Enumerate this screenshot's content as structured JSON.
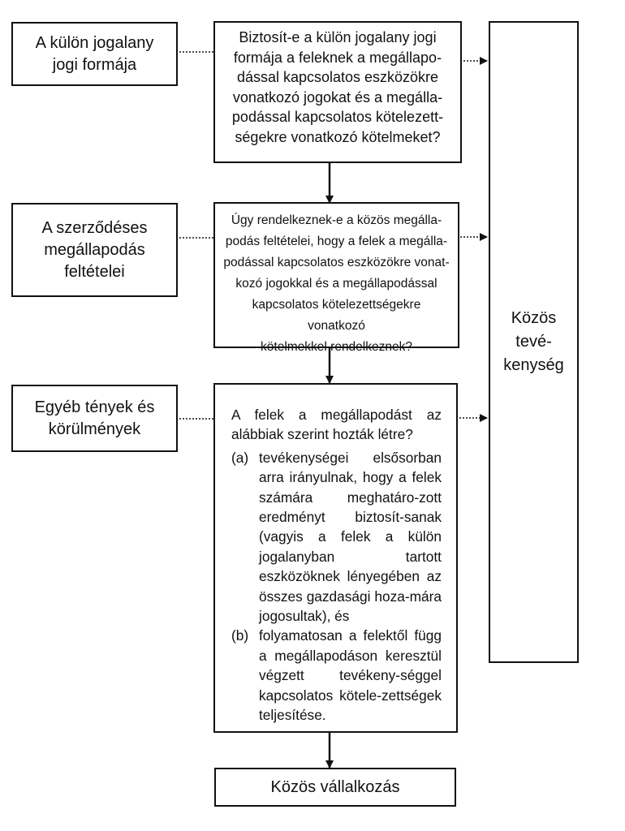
{
  "left_boxes": [
    {
      "label": "A külön jogalany\njogi formája"
    },
    {
      "label": "A szerződéses\nmegállapodás\nfeltételei"
    },
    {
      "label": "Egyéb tények és\nkörülmények"
    }
  ],
  "center_boxes": [
    {
      "text": "Biztosít-e a külön jogalany jogi\nformája a feleknek a megállapo-\ndással kapcsolatos eszközökre\nvonatkozó jogokat és a megálla-\npodással kapcsolatos kötelezett-\nségekre vonatkozó kötelmeket?"
    },
    {
      "text": "Úgy rendelkeznek-e a közös megálla-\npodás feltételei, hogy a felek a megálla-\npodással kapcsolatos eszközökre vonat-\nkozó jogokkal és a megállapodással\nkapcsolatos kötelezettségekre vonatkozó\nkötelmekkel rendelkeznek?"
    },
    {
      "intro": "A felek a megállapodást az alábbiak szerint hozták létre?",
      "items": [
        {
          "label": "(a)",
          "text": "tevékenységei elsősorban arra irányulnak, hogy a felek számára meghatáro-zott eredményt biztosít-sanak (vagyis a felek a külön jogalanyban tartott eszközöknek lényegében az összes gazdasági hoza-mára jogosultak), és"
        },
        {
          "label": "(b)",
          "text": "folyamatosan a felektől függ a megállapodáson keresztül végzett tevékeny-séggel kapcsolatos kötele-zettségek teljesítése."
        }
      ]
    }
  ],
  "right_box": {
    "label": "Közös\ntevé-\nkenység"
  },
  "bottom_box": {
    "label": "Közös vállalkozás"
  }
}
